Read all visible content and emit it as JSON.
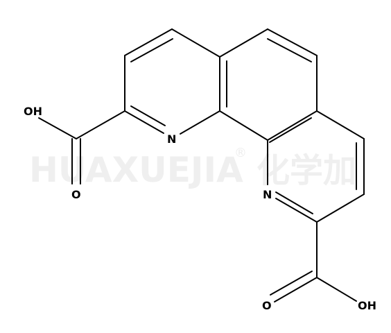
{
  "watermark": {
    "latin": "HUAXUEJIA",
    "registered": "®",
    "cjk": "化学加"
  },
  "atoms": {
    "n1": "N",
    "n2": "N",
    "oh1": "OH",
    "o1": "O",
    "o2": "O",
    "oh2": "OH"
  }
}
